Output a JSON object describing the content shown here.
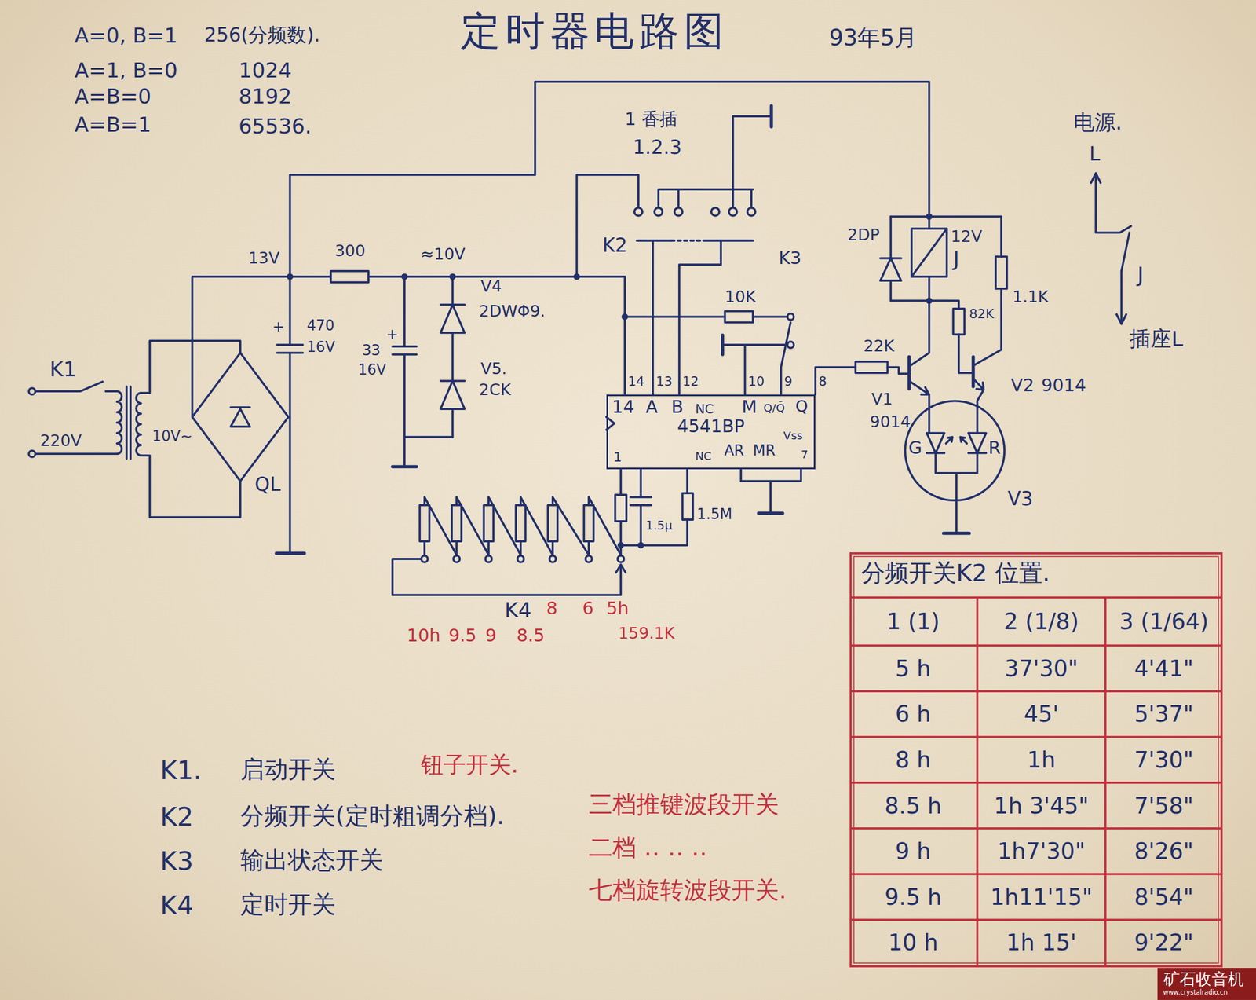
{
  "diagram": {
    "title": "定时器电路图",
    "nodes": [
      {
        "text": [
          "4541BP"
        ]
      }
    ],
    "labels": [
      "A=0, B=1",
      "256(分频数).",
      "A=1, B=0",
      "1024",
      "A=B=0",
      "8192",
      "A=B=1",
      "65536.",
      "93年5月",
      "1 香插",
      "1.2.3",
      "K2",
      "13V",
      "300",
      "≈10V",
      "+",
      "470",
      "16V",
      "+",
      "33",
      "16V",
      "V4",
      "2DWΦ9.",
      "V5.",
      "2CK",
      "K1",
      "220V",
      "10V~",
      "QL",
      "K3",
      "10K",
      "14",
      "13",
      "12",
      "10",
      "9",
      "8",
      "14",
      "A",
      "B",
      "NC",
      "M",
      "Q/Q̄",
      "Q",
      "1",
      "NC",
      "AR",
      "MR",
      "Vss",
      "7",
      "22K",
      "V1",
      "9014",
      "V2",
      "9014",
      "2DP",
      "12V",
      "J",
      "1.1K",
      "82K",
      "G",
      "R",
      "V3",
      "电源.",
      "L",
      "J",
      "插座L",
      "1.5μ",
      "1.5M",
      "K4",
      "8",
      "6",
      "5h",
      "159.1K",
      "10h",
      "9.5",
      "9",
      "8.5",
      "K1.",
      "启动开关",
      "钮子开关.",
      "K2",
      "分频开关(定时粗调分档).",
      "三档推键波段开关",
      "K3",
      "输出状态开关",
      "二档 ‥ ‥ ‥",
      "K4",
      "定时开关",
      "七档旋转波段开关.",
      "分频开关K2 位置.",
      "1 (1)",
      "2 (1/8)",
      "3 (1/64)",
      "5 h",
      "37'30\"",
      "4'41\"",
      "6 h",
      "45'",
      "5'37\"",
      "8 h",
      "1h",
      "7'30\"",
      "8.5 h",
      "1h 3'45\"",
      "7'58\"",
      "9 h",
      "1h7'30\"",
      "8'26\"",
      "9.5 h",
      "1h11'15\"",
      "8'54\"",
      "10 h",
      "1h 15'",
      "9'22\"",
      "矿石收音机",
      "www.crystalradio.cn"
    ]
  }
}
